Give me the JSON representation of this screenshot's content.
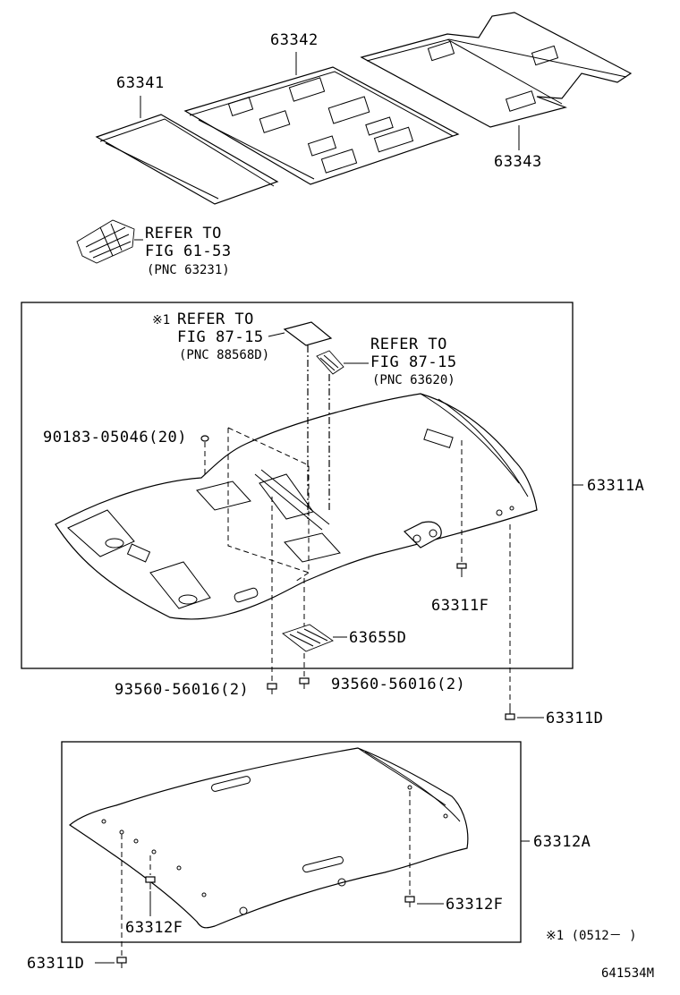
{
  "diagram_id": "641534M",
  "note": "※1 (0512－   )",
  "labels": {
    "p63341": "63341",
    "p63342": "63342",
    "p63343": "63343",
    "refer1_line1": "REFER TO",
    "refer1_line2": "FIG 61-53",
    "refer1_line3": "(PNC 63231)",
    "refer2_mark": "※1",
    "refer2_line1": "REFER TO",
    "refer2_line2": "FIG 87-15",
    "refer2_line3": "(PNC 88568D)",
    "refer3_line1": "REFER TO",
    "refer3_line2": "FIG 87-15",
    "refer3_line3": "(PNC 63620)",
    "clip": "90183-05046(20)",
    "p63311A": "63311A",
    "p63311F": "63311F",
    "p63655D": "63655D",
    "screw_left": "93560-56016(2)",
    "screw_right": "93560-56016(2)",
    "p63311D_top": "63311D",
    "p63312A": "63312A",
    "p63312F_left": "63312F",
    "p63312F_right": "63312F",
    "p63311D_bottom": "63311D"
  },
  "icons": [
    "screw-icon",
    "clip-icon",
    "bracket-icon",
    "lamp-icon",
    "pad-icon"
  ]
}
